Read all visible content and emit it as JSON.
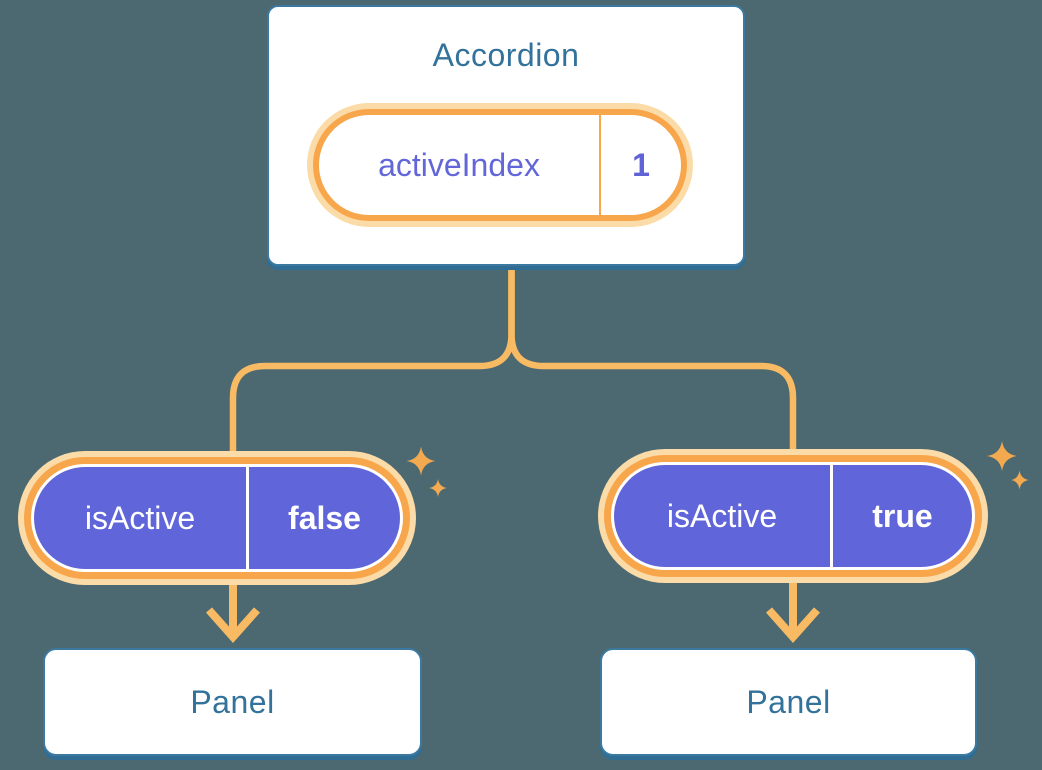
{
  "colors": {
    "background": "#4C6971",
    "card_fill": "#FFFFFF",
    "card_border_blue": "#3B79A1",
    "card_shadow_blue": "#2F6D94",
    "heading_blue": "#33729B",
    "connector_orange": "#F8BB64",
    "pill_ring_orange": "#F7A64C",
    "pill_glow_orange": "#FBDBA7",
    "sparkle_orange": "#F3A94F",
    "pill_purple_fill": "#6065DA",
    "purple_text": "#6366D9",
    "pill_text_white": "#FFFFFF"
  },
  "icons": {
    "sparkle": "✦",
    "arrowhead": "v-shaped down chevron"
  },
  "accordion": {
    "title": "Accordion",
    "state_pill": {
      "label": "activeIndex",
      "value": "1"
    }
  },
  "children": [
    {
      "prop_pill": {
        "label": "isActive",
        "value": "false"
      },
      "panel_label": "Panel"
    },
    {
      "prop_pill": {
        "label": "isActive",
        "value": "true"
      },
      "panel_label": "Panel"
    }
  ]
}
